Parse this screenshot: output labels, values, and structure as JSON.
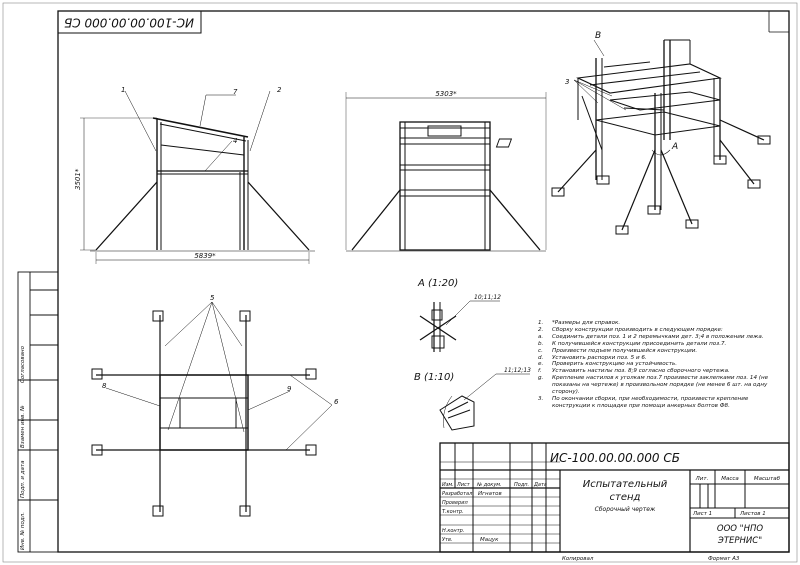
{
  "sheet": {
    "top_stamp": "ИС-100.00.00.000 СБ",
    "format": "Формат А3",
    "copied": "Копировал"
  },
  "views": {
    "front": {
      "height_dim": "3501*",
      "width_dim": "5839*",
      "labels": [
        "1",
        "7",
        "2",
        "4"
      ]
    },
    "side": {
      "width_dim": "5303*"
    },
    "iso": {
      "label_b": "B",
      "label_3": "3",
      "label_a": "A"
    },
    "plan": {
      "labels": [
        "5",
        "8",
        "9",
        "6"
      ]
    }
  },
  "details": {
    "a_title": "A (1:20)",
    "a_callout": "10;11;12",
    "b_title": "B (1:10)",
    "b_callout": "11;12;13"
  },
  "notes": [
    {
      "num": "1.",
      "text": "*Размеры для справок."
    },
    {
      "num": "2.",
      "text": "Сборку конструкции производить в следующем порядке:"
    },
    {
      "num": "a.",
      "text": "Соединить детали поз. 1 и 2 перемычками дет. 3;4 в положении лежа."
    },
    {
      "num": "b.",
      "text": "К получившейся конструкции присоединить детали поз.7."
    },
    {
      "num": "c.",
      "text": "Произвести подъем получившейся конструкции."
    },
    {
      "num": "d.",
      "text": "Установить распорки поз. 5 и 6."
    },
    {
      "num": "e.",
      "text": "Проверить конструкцию на устойчивость."
    },
    {
      "num": "f.",
      "text": "Установить настилы поз. 8;9 согласно сборочного чертежа."
    },
    {
      "num": "g.",
      "text": "Крепление настилов к уголкам поз.7 произвести заклепками поз. 14 (не показаны на чертеже) в произвольном порядке (не менее 6 шт. на одну сторону)."
    },
    {
      "num": "3.",
      "text": "По окончании сборки, при необходимости, произвести крепление конструкции к площадке при помощи анкерных болтов Ф8."
    }
  ],
  "title_block": {
    "designation": "ИС-100.00.00.000 СБ",
    "name_line1": "Испытательный",
    "name_line2": "стенд",
    "doc_type": "Сборочный чертеж",
    "lit": "Лит.",
    "mass": "Масса",
    "scale": "Масштаб",
    "sheet": "Лист  1",
    "sheets": "Листов 1",
    "org1": "ООО \"НПО",
    "org2": "ЭТЕРНИС\"",
    "cols": [
      "Изм.",
      "Лист",
      "№ докум.",
      "Подп.",
      "Дата"
    ],
    "roles": [
      "Разработал",
      "Проверил",
      "Т.контр.",
      "",
      "Н.контр.",
      "Утв."
    ],
    "developer": "Игнатов",
    "approver": "Мацук"
  },
  "side_stamps": [
    "Согласовано",
    "Взамен инв. №",
    "Подп. и дата",
    "Инв. № подл."
  ]
}
